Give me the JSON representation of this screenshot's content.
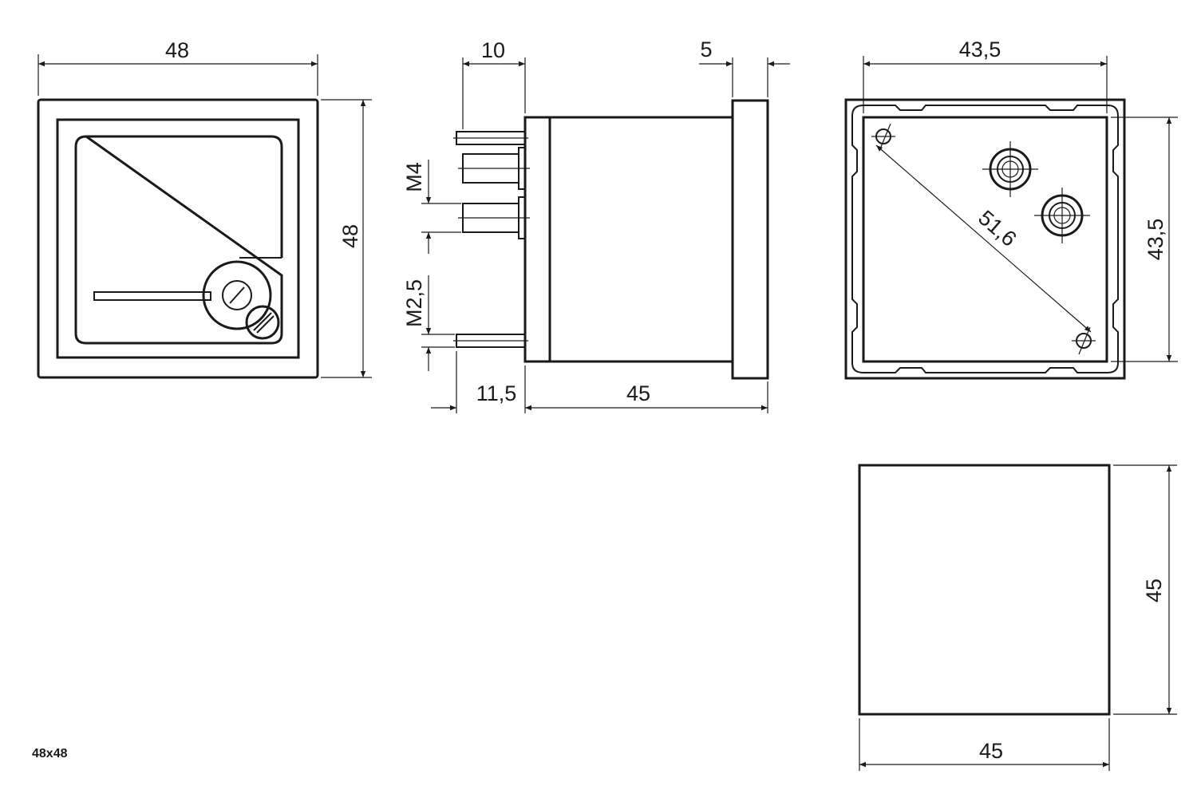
{
  "caption": "48x48",
  "front_view": {
    "width": "48",
    "height": "48"
  },
  "side_view": {
    "terminal_length": "10",
    "bezel_depth": "5",
    "thread_large": "M4",
    "thread_small": "M2,5",
    "pin_protrusion": "11,5",
    "body_depth": "45"
  },
  "rear_view": {
    "width": "43,5",
    "height": "43,5",
    "diagonal": "51,6"
  },
  "cutout_view": {
    "width": "45",
    "height": "45"
  }
}
